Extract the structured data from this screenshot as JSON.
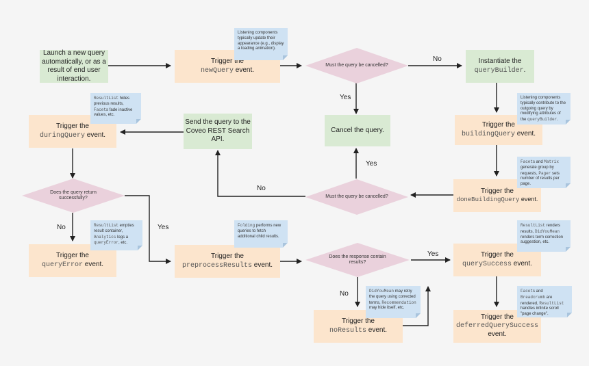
{
  "nodes": {
    "launch": {
      "text": "Launch a new query automatically, or as a result of end user interaction."
    },
    "new_query": {
      "pre": "Trigger the",
      "code": "newQuery",
      "post": " event."
    },
    "instantiate": {
      "pre": "Instantiate the",
      "code": "queryBuilder",
      "post": "."
    },
    "cancel": {
      "text": "Cancel the query."
    },
    "send": {
      "text": "Send the query to the Coveo REST Search API."
    },
    "during_query": {
      "pre": "Trigger the",
      "code": "duringQuery",
      "post": " event."
    },
    "building_query": {
      "pre": "Trigger the",
      "code": "buildingQuery",
      "post": " event."
    },
    "done_building": {
      "pre": "Trigger the",
      "code": "doneBuildingQuery",
      "post": " event."
    },
    "query_error": {
      "pre": "Trigger the",
      "code": "queryError",
      "post": " event."
    },
    "preprocess": {
      "pre": "Trigger the",
      "code": "preprocessResults",
      "post": " event."
    },
    "query_success": {
      "pre": "Trigger the",
      "code": "querySuccess",
      "post": " event."
    },
    "no_results": {
      "pre": "Trigger the",
      "code": "noResults",
      "post": " event."
    },
    "deferred": {
      "pre": "Trigger the",
      "code": "deferredQuerySuccess",
      "post": " event."
    }
  },
  "decisions": {
    "cancel_1": "Must the query be cancelled?",
    "cancel_2": "Must the query be cancelled?",
    "return_ok": "Does the query return successfully?",
    "has_results": "Does the response contain results?"
  },
  "edge_labels": {
    "no_top": "No",
    "yes_top": "Yes",
    "yes_mid": "Yes",
    "no_mid": "No",
    "no_left": "No",
    "yes_left": "Yes",
    "yes_results": "Yes",
    "no_results": "No"
  },
  "notes": {
    "new_query": {
      "t1": "Listening components typically update their appearance (e.g., display a loading animation)."
    },
    "during_query": {
      "c1": "ResultList",
      "t1": " hides previous results, ",
      "c2": "Facet",
      "t2": "s fade inactive values, etc."
    },
    "building_query": {
      "t1": "Listening components typically contribute to the outgoing query by modifying attributes of the ",
      "c1": "queryBuilder",
      "t2": "."
    },
    "done_building": {
      "c1": "Facet",
      "t1": "s and ",
      "c2": "Matrix",
      "t2": " generate group by requests, ",
      "c3": "Pager",
      "t3": " sets number of results per page."
    },
    "query_error": {
      "c1": "ResultList",
      "t1": " empties result container, ",
      "c2": "Analytics",
      "t2": " logs a ",
      "c3": "queryError",
      "t3": ", etc."
    },
    "preprocess": {
      "c1": "Folding",
      "t1": " performs new queries to fetch additional child results."
    },
    "query_success": {
      "c1": "ResultList",
      "t1": " renders results, ",
      "c2": "DidYouMean",
      "t2": " renders term correction suggestion, etc."
    },
    "no_results": {
      "c1": "DidYouMean",
      "t1": " may retry the query using corrected terms, ",
      "c2": "Recommendation",
      "t2": " may hide itself, etc."
    },
    "deferred": {
      "c1": "Facet",
      "t1": "s and ",
      "c2": "Breadcrumb",
      "t2": " are rendered, ",
      "c3": "ResultList",
      "t3": " handles infinite scroll \"page change\"."
    }
  },
  "colors": {
    "process": "#d9ead3",
    "event": "#fce5cd",
    "decision": "#ead1dc",
    "note": "#cfe2f3",
    "line": "#222222"
  }
}
